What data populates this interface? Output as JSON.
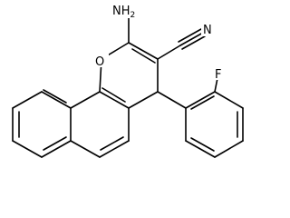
{
  "molecule": {
    "atoms": {
      "amino": {
        "symbol": "N",
        "text": "NH",
        "subscript": "2"
      },
      "oxygen": {
        "symbol": "O",
        "text": "O"
      },
      "nitrile_n": {
        "symbol": "N",
        "text": "N"
      },
      "fluorine": {
        "symbol": "F",
        "text": "F"
      }
    }
  }
}
